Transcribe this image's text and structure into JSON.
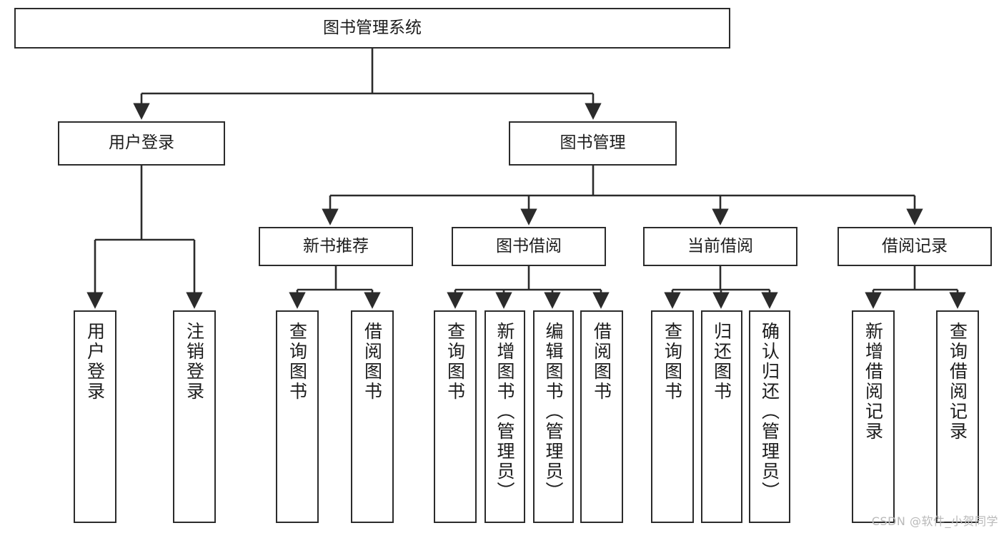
{
  "diagram": {
    "title": "图书管理系统",
    "type": "tree-hierarchy",
    "watermark": "CSDN @软件_小贺同学",
    "colors": {
      "stroke": "#2b2b2b",
      "fill": "#ffffff",
      "text": "#1c1c1c",
      "watermark": "#b9b9b9"
    },
    "root": {
      "id": "root",
      "label": "图书管理系统",
      "orientation": "horizontal"
    },
    "level2": [
      {
        "id": "user-login",
        "label": "用户登录",
        "orientation": "horizontal"
      },
      {
        "id": "book-management",
        "label": "图书管理",
        "orientation": "horizontal"
      }
    ],
    "level3": [
      {
        "id": "new-book-recommend",
        "label": "新书推荐",
        "orientation": "horizontal",
        "parent": "book-management"
      },
      {
        "id": "book-borrow",
        "label": "图书借阅",
        "orientation": "horizontal",
        "parent": "book-management"
      },
      {
        "id": "current-borrow",
        "label": "当前借阅",
        "orientation": "horizontal",
        "parent": "book-management"
      },
      {
        "id": "borrow-record",
        "label": "借阅记录",
        "orientation": "horizontal",
        "parent": "book-management"
      }
    ],
    "leaves": [
      {
        "id": "leaf-user-login",
        "label": "用户登录",
        "orientation": "vertical",
        "parent": "user-login"
      },
      {
        "id": "leaf-user-logout",
        "label": "注销登录",
        "orientation": "vertical",
        "parent": "user-login"
      },
      {
        "id": "leaf-query-book-1",
        "label": "查询图书",
        "orientation": "vertical",
        "parent": "new-book-recommend"
      },
      {
        "id": "leaf-borrow-book-1",
        "label": "借阅图书",
        "orientation": "vertical",
        "parent": "new-book-recommend"
      },
      {
        "id": "leaf-query-book-2",
        "label": "查询图书",
        "orientation": "vertical",
        "parent": "book-borrow"
      },
      {
        "id": "leaf-add-book",
        "label": "新增图书（管理员）",
        "orientation": "vertical",
        "parent": "book-borrow"
      },
      {
        "id": "leaf-edit-book",
        "label": "编辑图书（管理员）",
        "orientation": "vertical",
        "parent": "book-borrow"
      },
      {
        "id": "leaf-borrow-book-2",
        "label": "借阅图书",
        "orientation": "vertical",
        "parent": "book-borrow"
      },
      {
        "id": "leaf-query-book-3",
        "label": "查询图书",
        "orientation": "vertical",
        "parent": "current-borrow"
      },
      {
        "id": "leaf-return-book",
        "label": "归还图书",
        "orientation": "vertical",
        "parent": "current-borrow"
      },
      {
        "id": "leaf-confirm-return",
        "label": "确认归还（管理员）",
        "orientation": "vertical",
        "parent": "current-borrow"
      },
      {
        "id": "leaf-add-record",
        "label": "新增借阅记录",
        "orientation": "vertical",
        "parent": "borrow-record"
      },
      {
        "id": "leaf-query-record",
        "label": "查询借阅记录",
        "orientation": "vertical",
        "parent": "borrow-record"
      }
    ]
  }
}
